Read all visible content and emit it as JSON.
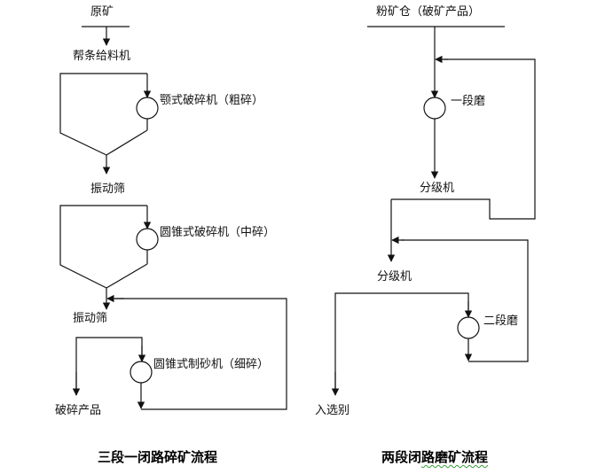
{
  "left_flow": {
    "title": "三段一闭路碎矿流程",
    "nodes": {
      "raw_ore": "原矿",
      "feeder": "帮条给料机",
      "jaw_crusher": "颚式破碎机（粗碎）",
      "screen_1": "振动筛",
      "cone_crusher": "圆锥式破碎机（中碎）",
      "screen_2": "振动筛",
      "sand_maker": "圆锥式制砂机（细碎）",
      "product": "破碎产品"
    }
  },
  "right_flow": {
    "title_part1": "两段闭",
    "title_part2": "路磨矿流程",
    "nodes": {
      "fine_ore_bin": "粉矿仓（破矿产品）",
      "mill_1": "一段磨",
      "classifier_1": "分级机",
      "classifier_2": "分级机",
      "mill_2": "二段磨",
      "to_separation": "入选别"
    }
  },
  "colors": {
    "line": "#111111",
    "text": "#111111",
    "spellcheck_squiggle": "#3a9a3a"
  }
}
